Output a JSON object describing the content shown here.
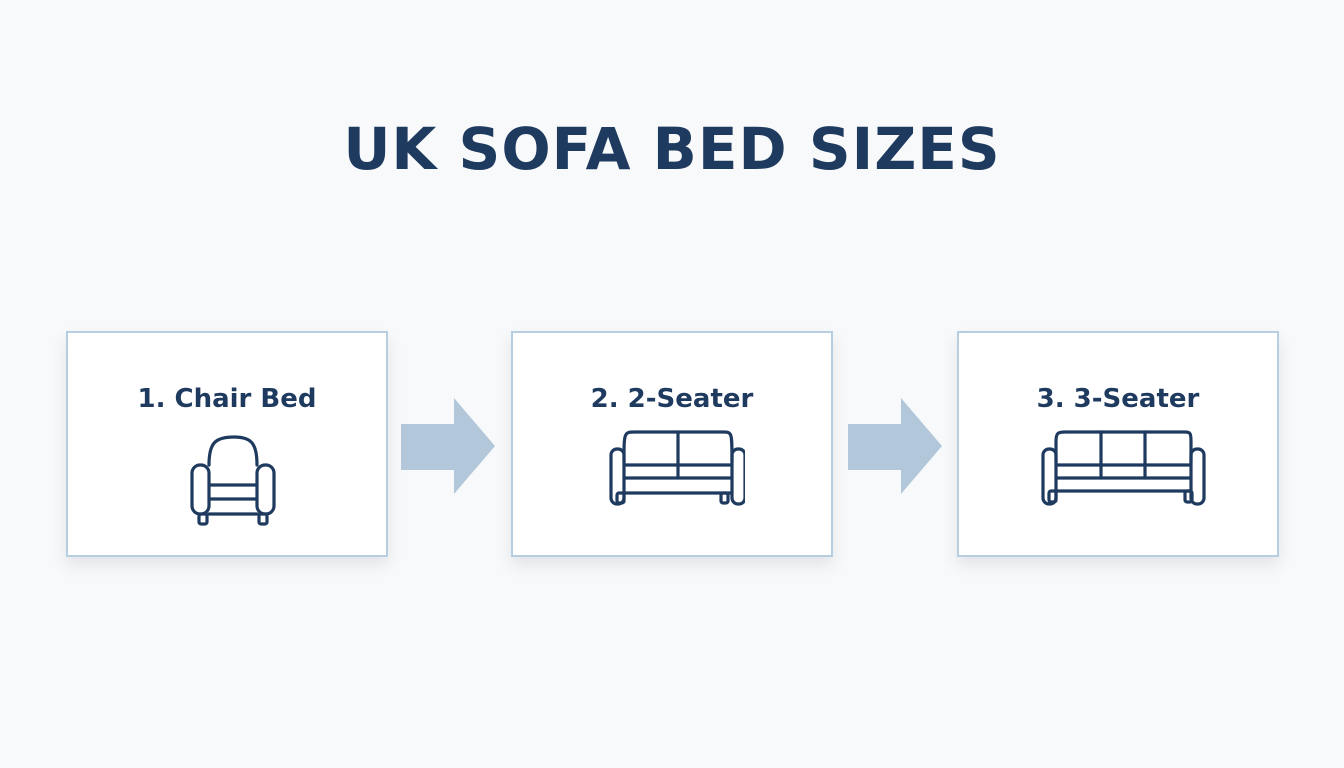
{
  "title": "UK SOFA BED SIZES",
  "colors": {
    "text": "#1e3a5f",
    "icon_stroke": "#1e3a5f",
    "card_border": "#b7cde0",
    "arrow": "#b2c8da",
    "background": "#f8f9fa"
  },
  "steps": [
    {
      "label": "1. Chair Bed",
      "icon": "armchair-icon"
    },
    {
      "label": "2. 2-Seater",
      "icon": "two-seater-sofa-icon"
    },
    {
      "label": "3. 3-Seater",
      "icon": "three-seater-sofa-icon"
    }
  ],
  "connectors": [
    "right-arrow-icon",
    "right-arrow-icon"
  ]
}
